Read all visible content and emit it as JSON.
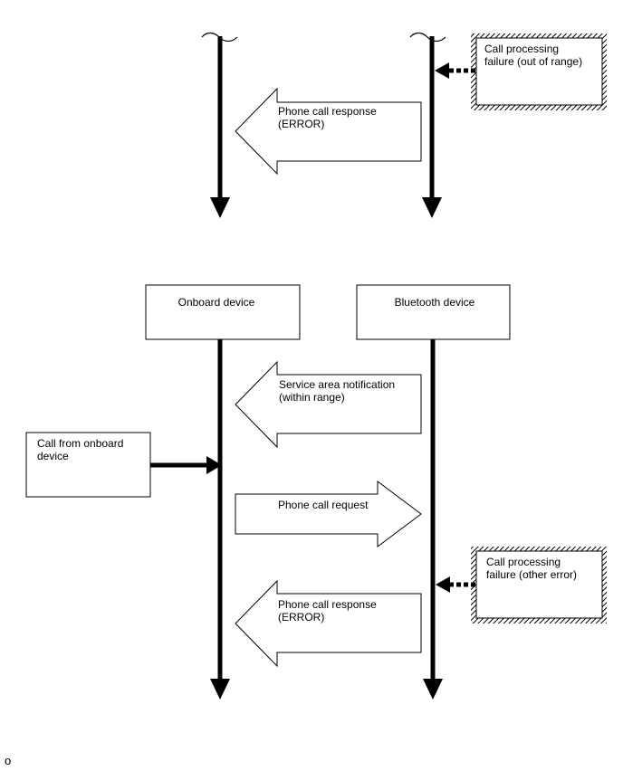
{
  "diagram_top": {
    "out_of_range_box": {
      "line1": "Call processing",
      "line2": "failure (out of range)"
    },
    "error_response_arrow": {
      "line1": "Phone call response",
      "line2": "(ERROR)"
    }
  },
  "diagram_bottom": {
    "onboard_device_label": "Onboard device",
    "bluetooth_device_label": "Bluetooth device",
    "service_area_arrow": {
      "line1": "Service area notification",
      "line2": "(within range)"
    },
    "call_from_onboard_box": {
      "line1": "Call from onboard",
      "line2": "device"
    },
    "phone_call_request_arrow": {
      "line1": "Phone call request"
    },
    "other_error_box": {
      "line1": "Call processing",
      "line2": "failure (other error)"
    },
    "error_response_arrow": {
      "line1": "Phone call response",
      "line2": "(ERROR)"
    }
  },
  "footer_code": "o"
}
